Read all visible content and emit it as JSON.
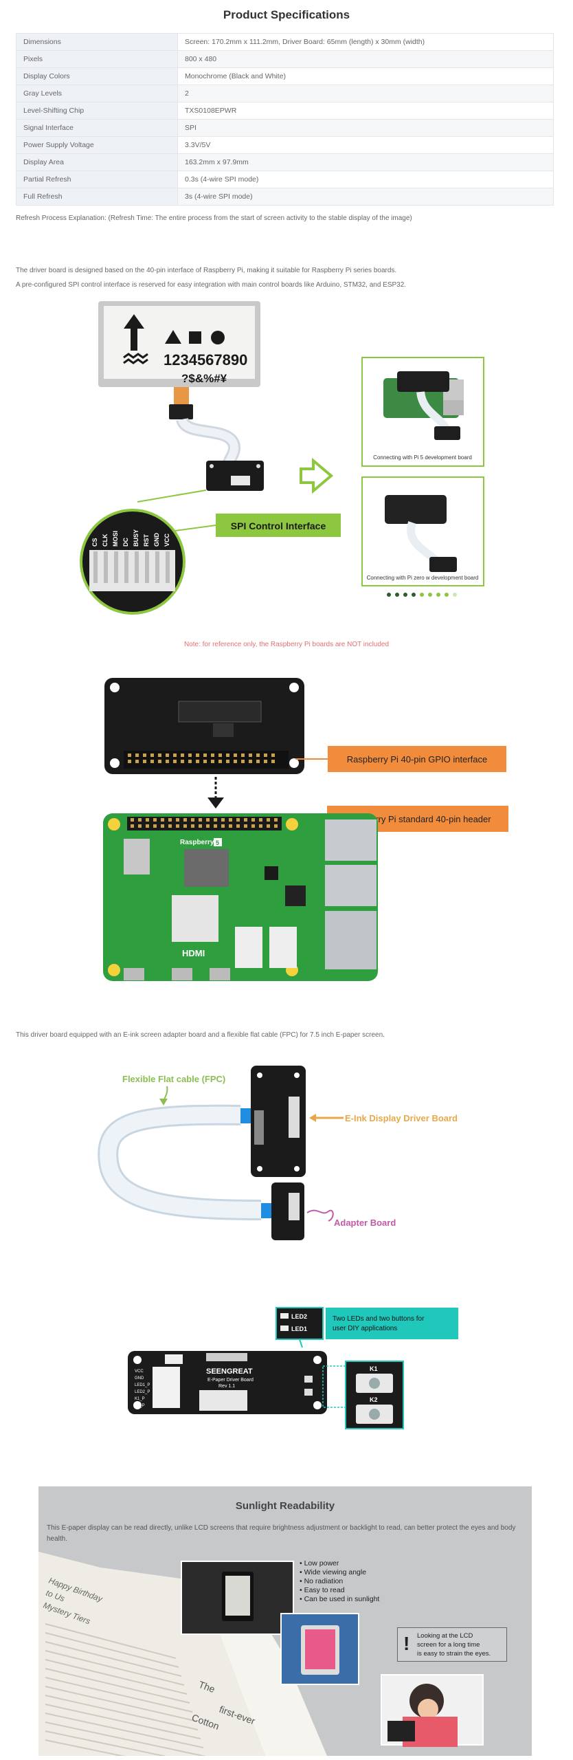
{
  "title": "Product Specifications",
  "specs": [
    {
      "key": "Dimensions",
      "value": "Screen: 170.2mm x 111.2mm,   Driver Board: 65mm (length) x 30mm (width)"
    },
    {
      "key": "Pixels",
      "value": "800 x 480"
    },
    {
      "key": "Display Colors",
      "value": "Monochrome (Black and White)"
    },
    {
      "key": "Gray Levels",
      "value": "2"
    },
    {
      "key": "Level-Shifting Chip",
      "value": "TXS0108EPWR"
    },
    {
      "key": "Signal Interface",
      "value": "SPI"
    },
    {
      "key": "Power Supply Voltage",
      "value": "3.3V/5V"
    },
    {
      "key": "Display Area",
      "value": "163.2mm x 97.9mm"
    },
    {
      "key": "Partial Refresh",
      "value": "0.3s (4-wire SPI mode)"
    },
    {
      "key": "Full Refresh",
      "value": "3s (4-wire SPI mode)"
    }
  ],
  "refresh_note": "Refresh Process Explanation: (Refresh Time: The entire process from the start of screen activity to the stable display of the image)",
  "driver_text_1": "The driver board is designed based on the 40-pin interface of Raspberry Pi, making it suitable for Raspberry Pi series boards.",
  "driver_text_2": "A pre-configured SPI control interface is reserved for easy integration with main control boards like Arduino, STM32, and ESP32.",
  "fig1": {
    "screen_digits": "1234567890",
    "screen_symbols": "?$&%#¥",
    "spi_label": "SPI Control Interface",
    "pin_labels": [
      "CS",
      "CLK",
      "MOSI",
      "DC",
      "BUSY",
      "RST",
      "GND",
      "VCC"
    ],
    "caption_pi5": "Connecting with Pi 5 development board",
    "caption_zero": "Connecting with Pi zero w development board",
    "dots_count": "9"
  },
  "reference_note": "Note: for reference only, the Raspberry Pi boards are NOT included",
  "fig2": {
    "gpio_label": "Raspberry Pi 40-pin GPIO interface",
    "header_label": "Raspberry Pi standard 40-pin header",
    "board_name": "Raspberry Pi",
    "board_model": "5",
    "hdmi": "HDMI"
  },
  "fpc_text": "This driver board equipped with an E-ink screen adapter board and a flexible flat cable (FPC) for 7.5 inch E-paper screen.",
  "fig3": {
    "fpc_label": "Flexible Flat cable (FPC)",
    "driver_label": "E-Ink Display Driver Board",
    "adapter_label": "Adapter Board"
  },
  "fig4": {
    "led2": "LED2",
    "led1": "LED1",
    "leds_note": "Two LEDs and two buttons for user DIY applications",
    "brand": "SEENGREAT",
    "board_title": "E-Paper Driver Board",
    "rev": "Rev 1.1",
    "k1": "K1",
    "k2": "K2",
    "pins": [
      "VCC",
      "GND",
      "LED1_P",
      "LED2_P",
      "K1_P",
      "K2_P"
    ]
  },
  "sunlight": {
    "title": "Sunlight Readability",
    "desc": "This E-paper display can be read directly, unlike LCD screens that require brightness adjustment or backlight to read, can better protect the eyes and body health.",
    "bullets": [
      "Low power",
      "Wide viewing angle",
      "No radiation",
      "Easy to read",
      "Can be used in sunlight"
    ],
    "warning_lines": [
      "Looking at the LCD",
      "screen for a long time",
      "is easy to strain the eyes."
    ],
    "book_words": [
      "Happy Birthday",
      "to Us",
      "Mystery Tiers",
      "The",
      "first-ever",
      "Cotton"
    ]
  },
  "colors": {
    "accent_green": "#8dc63f",
    "orange": "#f08c3c",
    "teal": "#1fc8bb",
    "pcb_black": "#1b1b1b",
    "pcb_green": "#2e9e3e"
  }
}
